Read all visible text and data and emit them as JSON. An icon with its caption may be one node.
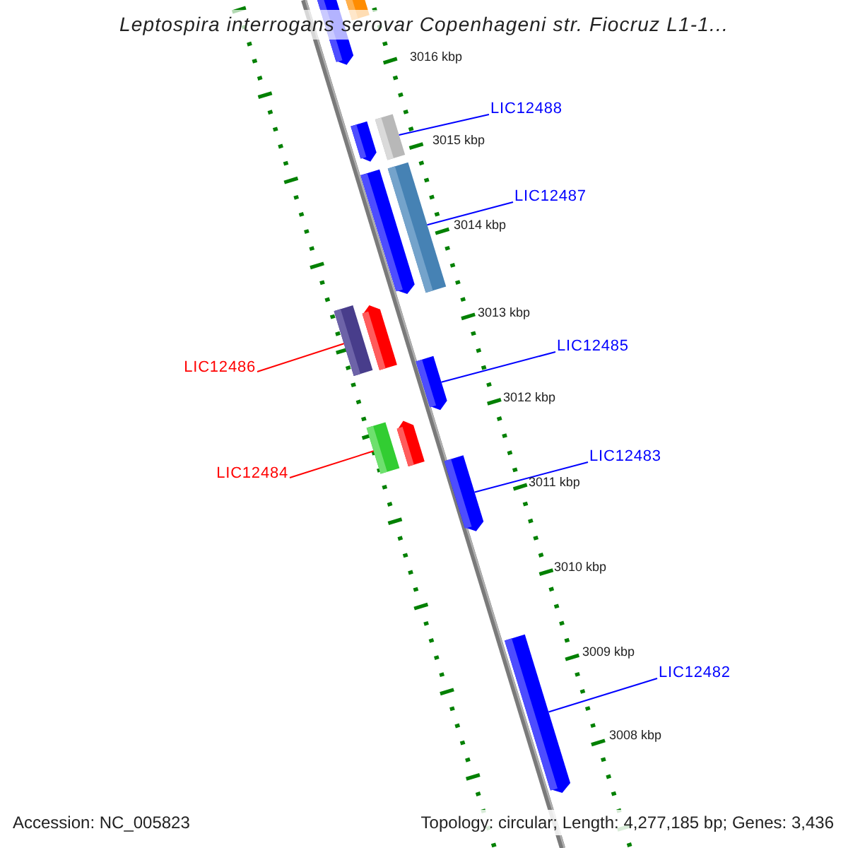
{
  "diagram": {
    "title": "Leptospira interrogans serovar Copenhageni str. Fiocruz L1-1...",
    "nodes": [
      {
        "text": [
          "LIC12488"
        ]
      },
      {
        "text": [],
        "shape": "bar"
      },
      {
        "text": [
          "LIC12487"
        ]
      },
      {
        "text": [],
        "shape": "bar"
      },
      {
        "text": [
          "LIC12486"
        ]
      },
      {
        "text": [],
        "shape": "bar"
      },
      {
        "text": [
          "LIC12485"
        ]
      },
      {
        "text": [],
        "shape": "arrow"
      },
      {
        "text": [
          "LIC12484"
        ]
      },
      {
        "text": [],
        "shape": "bar"
      },
      {
        "text": [
          "LIC12483"
        ]
      },
      {
        "text": [],
        "shape": "arrow"
      },
      {
        "text": [
          "LIC12482"
        ]
      },
      {
        "text": [],
        "shape": "arrow"
      },
      {
        "text": [],
        "shape": "bar"
      },
      {
        "text": [],
        "shape": "arrow"
      },
      {
        "text": [],
        "shape": "arrow"
      },
      {
        "text": [],
        "shape": "arrow"
      },
      {
        "text": [],
        "shape": "arrow"
      },
      {
        "text": [],
        "shape": "arrow"
      }
    ],
    "edges": [
      {
        "from": 0,
        "to": 1,
        "arrow": "none"
      },
      {
        "from": 2,
        "to": 3,
        "arrow": "none"
      },
      {
        "from": 4,
        "to": 5,
        "arrow": "none",
        "color": "#ff0000"
      },
      {
        "from": 6,
        "to": 7,
        "arrow": "none"
      },
      {
        "from": 8,
        "to": 9,
        "arrow": "none",
        "color": "#ff0000"
      },
      {
        "from": 10,
        "to": 11,
        "arrow": "none"
      },
      {
        "from": 12,
        "to": 13,
        "arrow": "none"
      }
    ],
    "labels": [
      "3016 kbp",
      "3015 kbp",
      "3014 kbp",
      "3013 kbp",
      "3012 kbp",
      "3011 kbp",
      "3010 kbp",
      "3009 kbp",
      "3008 kbp",
      "Accession: NC_005823",
      "Topology: circular; Length: 4,277,185 bp; Genes: 3,436"
    ]
  }
}
